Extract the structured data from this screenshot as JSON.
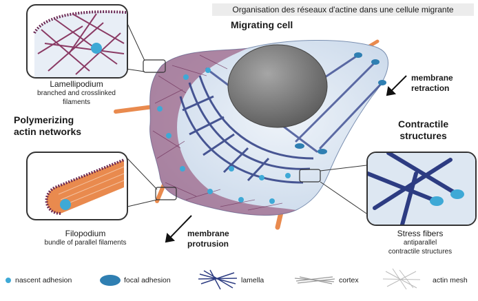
{
  "header": {
    "caption": "Organisation des réseaux d'actine dans une cellule migrante"
  },
  "diagram": {
    "title": "Migrating cell",
    "left_heading": [
      "Polymerizing",
      "actin networks"
    ],
    "right_heading": [
      "Contractile",
      "structures"
    ],
    "membrane_retraction": [
      "membrane",
      "retraction"
    ],
    "membrane_protrusion": [
      "membrane",
      "protrusion"
    ],
    "lamellipodium": {
      "name": "Lamellipodium",
      "desc": [
        "branched and crosslinked",
        "filaments"
      ]
    },
    "filopodium": {
      "name": "Filopodium",
      "desc": "bundle of parallel filaments"
    },
    "stress_fibers": {
      "name": "Stress fibers",
      "desc": [
        "antiparallel",
        "contractile structures"
      ]
    }
  },
  "legend": {
    "items": [
      {
        "icon": "nascent-adhesion-icon",
        "label": "nascent adhesion"
      },
      {
        "icon": "focal-adhesion-icon",
        "label": "focal adhesion"
      },
      {
        "icon": "lamella-icon",
        "label": "lamella"
      },
      {
        "icon": "cortex-icon",
        "label": "cortex"
      },
      {
        "icon": "actin-mesh-icon",
        "label": "actin mesh"
      }
    ]
  },
  "colors": {
    "actin_mesh": "#8a3a64",
    "lamella": "#2d3c82",
    "adhesion": "#3ea9d6",
    "focal_adhesion": "#2f7fb2",
    "filopodia": "#e98a4e",
    "cytoplasm": "#dfe9f4",
    "nucleus": "#808080"
  }
}
